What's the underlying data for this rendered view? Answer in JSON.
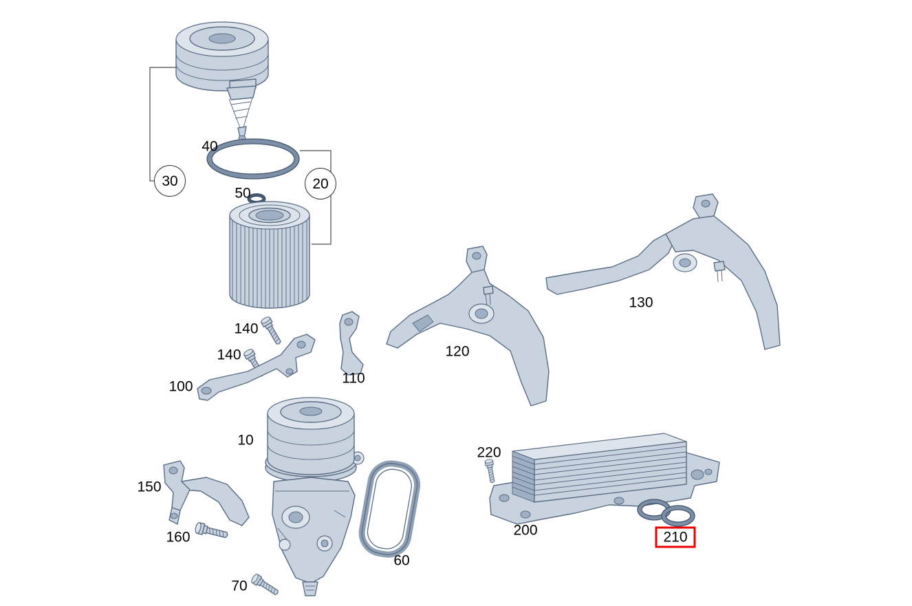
{
  "diagram": {
    "type": "exploded-parts-diagram",
    "subject": "engine oil filter and oil cooler assembly",
    "background_color": "#ffffff",
    "part_fill_color": "#c9d3e0",
    "part_stroke_color": "#5a6c84",
    "highlight_color": "#ee0000",
    "highlighted_label": "210",
    "labels": [
      {
        "text": "40",
        "style": "plain"
      },
      {
        "text": "30",
        "style": "circled"
      },
      {
        "text": "20",
        "style": "circled"
      },
      {
        "text": "50",
        "style": "plain"
      },
      {
        "text": "140",
        "style": "plain"
      },
      {
        "text": "140",
        "style": "plain"
      },
      {
        "text": "100",
        "style": "plain"
      },
      {
        "text": "110",
        "style": "plain"
      },
      {
        "text": "120",
        "style": "plain"
      },
      {
        "text": "130",
        "style": "plain"
      },
      {
        "text": "10",
        "style": "plain"
      },
      {
        "text": "150",
        "style": "plain"
      },
      {
        "text": "160",
        "style": "plain"
      },
      {
        "text": "60",
        "style": "plain"
      },
      {
        "text": "70",
        "style": "plain"
      },
      {
        "text": "220",
        "style": "plain"
      },
      {
        "text": "200",
        "style": "plain"
      },
      {
        "text": "210",
        "style": "highlighted"
      }
    ]
  }
}
